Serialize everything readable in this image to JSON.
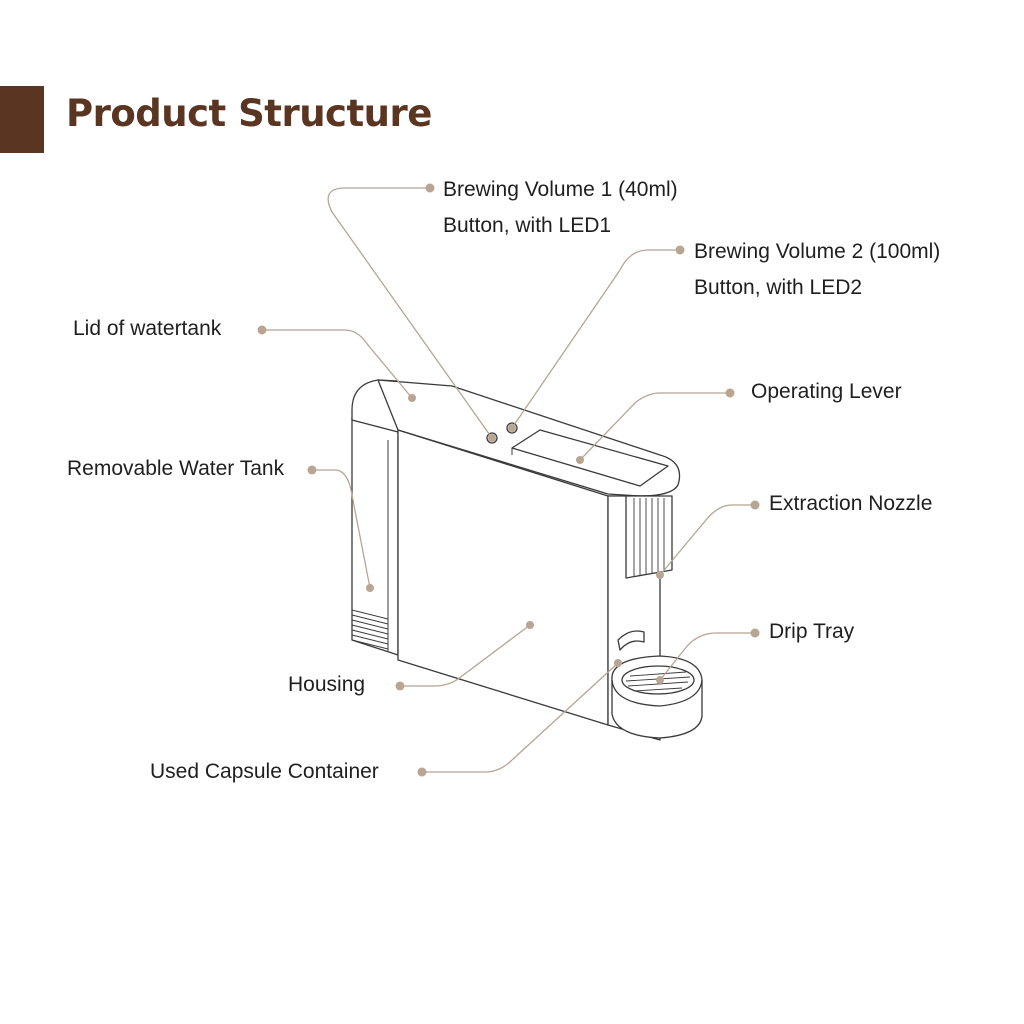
{
  "header": {
    "title": "Product Structure"
  },
  "colors": {
    "accent": "#5a3522",
    "leader": "#b8a593",
    "outline": "#3a3a3a"
  },
  "parts": {
    "brewing_volume_1": {
      "line1": "Brewing Volume 1 (40ml)",
      "line2": "Button, with LED1"
    },
    "brewing_volume_2": {
      "line1": "Brewing Volume 2 (100ml)",
      "line2": "Button, with LED2"
    },
    "lid_of_watertank": {
      "label": "Lid of watertank"
    },
    "operating_lever": {
      "label": "Operating Lever"
    },
    "removable_water_tank": {
      "label": "Removable Water Tank"
    },
    "extraction_nozzle": {
      "label": "Extraction Nozzle"
    },
    "drip_tray": {
      "label": "Drip Tray"
    },
    "housing": {
      "label": "Housing"
    },
    "used_capsule_container": {
      "label": "Used Capsule Container"
    }
  }
}
